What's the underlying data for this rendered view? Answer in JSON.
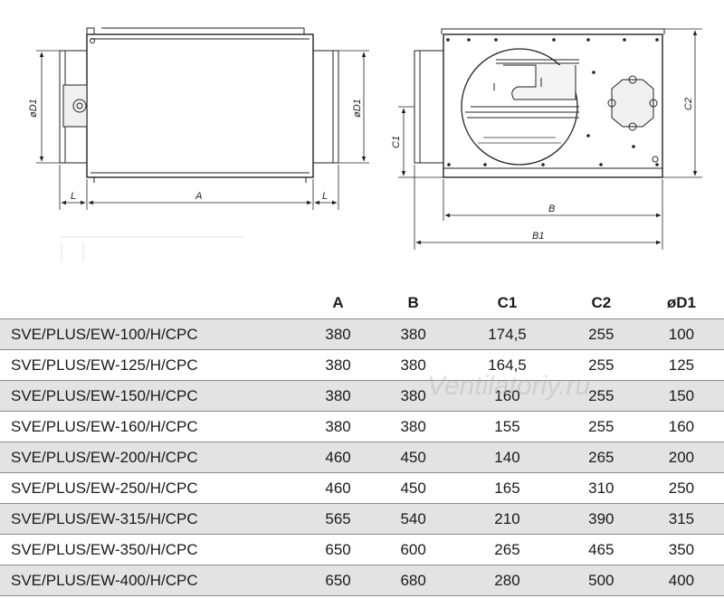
{
  "drawing_labels": {
    "side": {
      "d1_left": "øD1",
      "d1_right": "øD1",
      "l_left": "L",
      "a": "A",
      "l_right": "L"
    },
    "front": {
      "c1": "C1",
      "c2": "C2",
      "b": "B",
      "b1": "B1"
    }
  },
  "watermark": "Ventilatoriy.ru",
  "table": {
    "headers": [
      "",
      "A",
      "B",
      "C1",
      "C2",
      "øD1"
    ],
    "rows": [
      [
        "SVE/PLUS/EW-100/H/CPC",
        "380",
        "380",
        "174,5",
        "255",
        "100"
      ],
      [
        "SVE/PLUS/EW-125/H/CPC",
        "380",
        "380",
        "164,5",
        "255",
        "125"
      ],
      [
        "SVE/PLUS/EW-150/H/CPC",
        "380",
        "380",
        "160",
        "255",
        "150"
      ],
      [
        "SVE/PLUS/EW-160/H/CPC",
        "380",
        "380",
        "155",
        "255",
        "160"
      ],
      [
        "SVE/PLUS/EW-200/H/CPC",
        "460",
        "450",
        "140",
        "265",
        "200"
      ],
      [
        "SVE/PLUS/EW-250/H/CPC",
        "460",
        "450",
        "165",
        "310",
        "250"
      ],
      [
        "SVE/PLUS/EW-315/H/CPC",
        "565",
        "540",
        "210",
        "390",
        "315"
      ],
      [
        "SVE/PLUS/EW-350/H/CPC",
        "650",
        "600",
        "265",
        "465",
        "350"
      ],
      [
        "SVE/PLUS/EW-400/H/CPC",
        "650",
        "680",
        "280",
        "500",
        "400"
      ]
    ]
  }
}
